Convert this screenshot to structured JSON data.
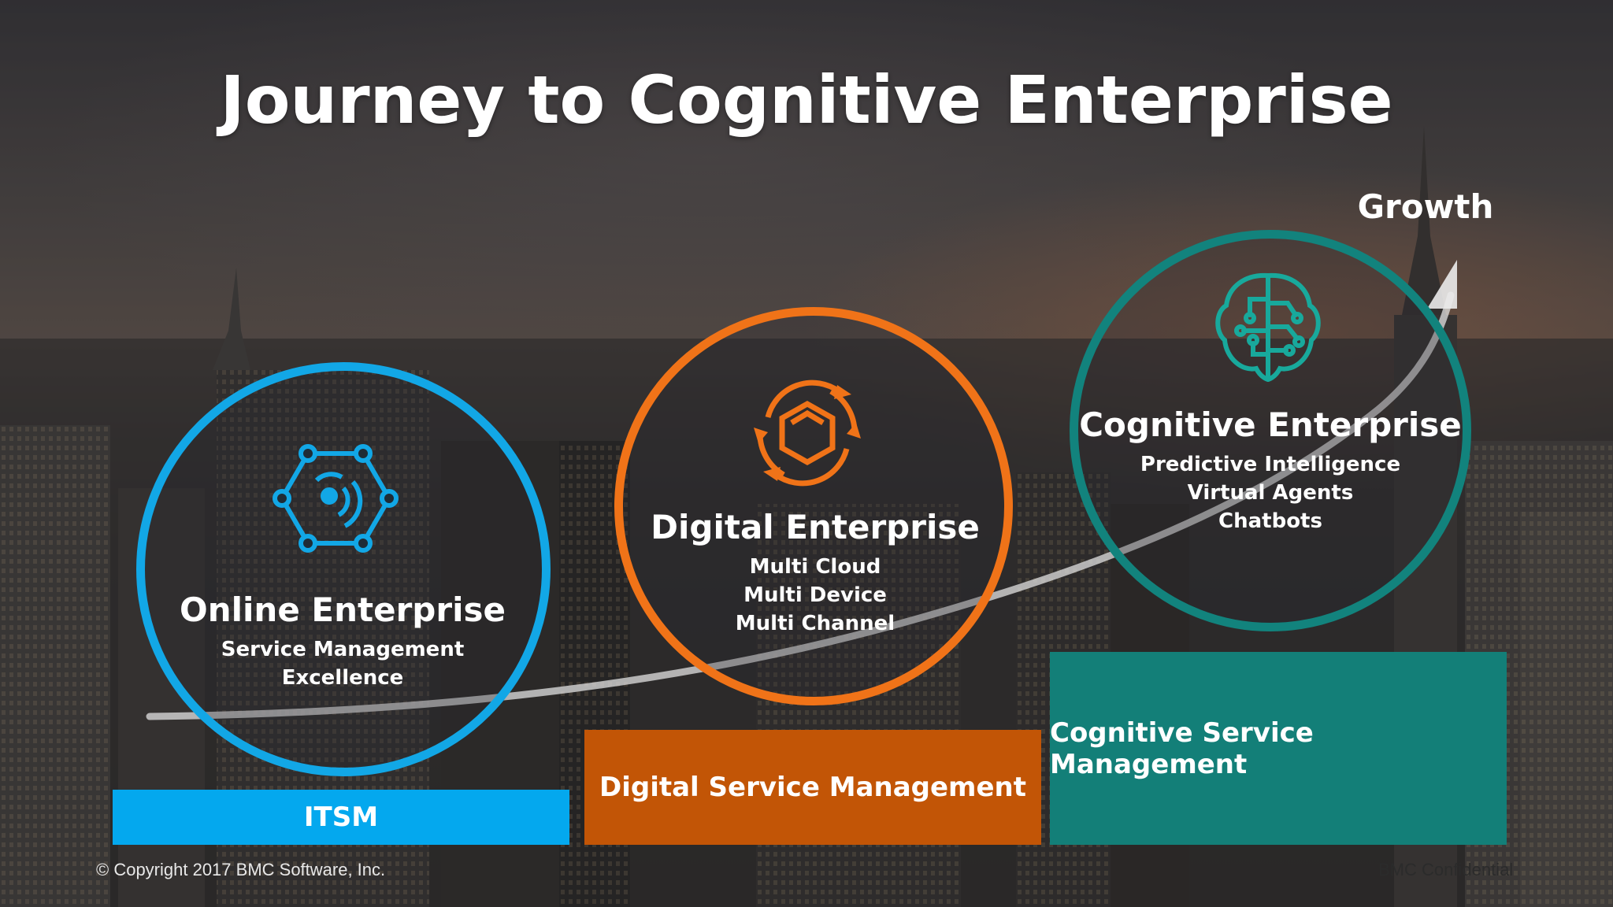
{
  "slide": {
    "title": "Journey to Cognitive Enterprise",
    "growth_label": "Growth",
    "stages": [
      {
        "title": "Online Enterprise",
        "lines": [
          "Service Management",
          "Excellence"
        ],
        "bar_label": "ITSM",
        "color": "#12a7e6",
        "icon": "hexagon-signal-icon"
      },
      {
        "title": "Digital Enterprise",
        "lines": [
          "Multi Cloud",
          "Multi Device",
          "Multi Channel"
        ],
        "bar_label": "Digital Service Management",
        "color": "#f07318",
        "icon": "cube-cycle-icon"
      },
      {
        "title": "Cognitive Enterprise",
        "lines": [
          "Predictive Intelligence",
          "Virtual Agents",
          "Chatbots"
        ],
        "bar_label": "Cognitive Service Management",
        "color": "#12837d",
        "icon": "brain-circuit-icon"
      }
    ],
    "footer_copyright": "© Copyright 2017 BMC Software, Inc.",
    "footer_confidential": "BMC Confidential"
  }
}
